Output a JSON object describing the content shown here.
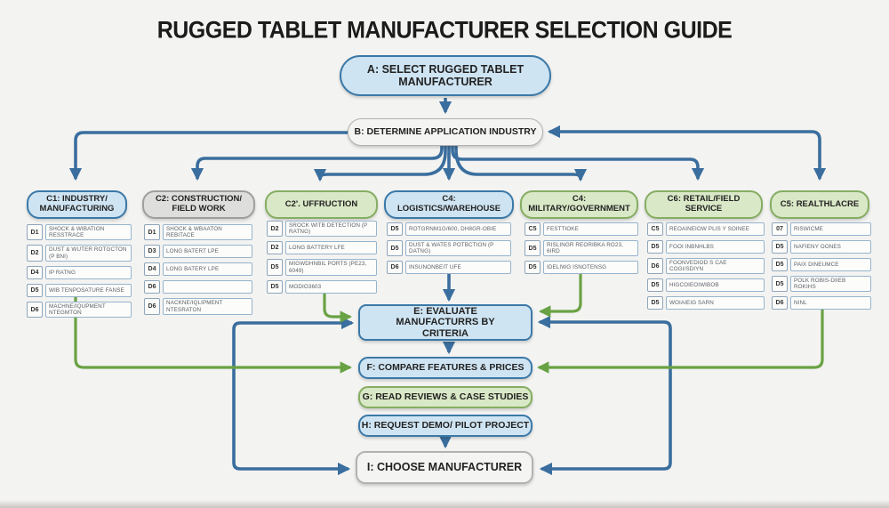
{
  "title": "RUGGED TABLET MANUFACTURER SELECTION GUIDE",
  "colors": {
    "connector_blue": "#3a6e9e",
    "connector_green": "#69a244",
    "box_blue_fill": "#cfe4f2",
    "box_blue_border": "#3b79a8",
    "box_green_fill": "#d9e8c6",
    "box_green_border": "#85ad63",
    "box_gray_fill": "#dededc",
    "box_white_fill": "#f4f4f2",
    "background": "#f3f3f1"
  },
  "nodes": {
    "a": {
      "label": "A: SELECT RUGGED TABLET MANUFACTURER"
    },
    "b": {
      "label": "B: DETERMINE APPLICATION INDUSTRY"
    },
    "e": {
      "label": "E: EVALUATE MANUFACTURRS BY CRITERIA"
    },
    "f": {
      "label": "F: COMPARE FEATURES & PRICES"
    },
    "g": {
      "label": "G: READ REVIEWS & CASE STUDIES"
    },
    "h": {
      "label": "H: REQUEST DEMO/ PILOT PROJECT"
    },
    "i": {
      "label": "I: CHOOSE MANUFACTURER"
    }
  },
  "columns": [
    {
      "label": "C1: INDUSTRY/ MANUFACTURING",
      "style": "blue",
      "items": [
        {
          "code": "D1",
          "text": "SHOCK & WIBATION RESSTRACE"
        },
        {
          "code": "D2",
          "text": "DUST & WUTER ROTGCTON (P BNI)"
        },
        {
          "code": "D4",
          "text": "IP RATNG"
        },
        {
          "code": "D5",
          "text": "WIB TENPOSATURE FANSE"
        },
        {
          "code": "D6",
          "text": "MACHNE/IQUPMENT NTEGMTON"
        }
      ]
    },
    {
      "label": "C2: CONSTRUCTION/ FIELD WORK",
      "style": "gray",
      "items": [
        {
          "code": "D1",
          "text": "SHOCK & WBAATON REBITACE"
        },
        {
          "code": "D3",
          "text": "LONG BATERT LPE"
        },
        {
          "code": "D4",
          "text": "LONG BATERY LPE"
        },
        {
          "code": "D6",
          "text": ""
        },
        {
          "code": "D6",
          "text": "NACKNE/IQLIPMENT NTESRATON"
        }
      ]
    },
    {
      "label": "C2'. UFFRUCTION",
      "style": "green",
      "items": [
        {
          "code": "D2",
          "text": "SROCK WITB DETECTION (P RATNG)"
        },
        {
          "code": "D2",
          "text": "LONG BATTERY LFE"
        },
        {
          "code": "D5",
          "text": "MIGWDHNBIL PORTS (PE23, 6049)"
        },
        {
          "code": "D5",
          "text": "MODIO3603"
        }
      ]
    },
    {
      "label": "C4: LOGISTICS/WAREHOUSE",
      "style": "blue",
      "items": [
        {
          "code": "D5",
          "text": "ROTGRNM1G/600, DH8GR-OBIE"
        },
        {
          "code": "D5",
          "text": "DUST & WATES POTBCTION (P DATNG)"
        },
        {
          "code": "D6",
          "text": "INSUNONBEIT UFE"
        }
      ]
    },
    {
      "label": "C4: MILITARY/GOVERNMENT",
      "style": "green",
      "items": [
        {
          "code": "C5",
          "text": "FESTTIOKE"
        },
        {
          "code": "D5",
          "text": "RISLINGR REORIBKA RO23, 6IRD"
        },
        {
          "code": "D5",
          "text": "IDELIWG ISNOTENSG"
        }
      ]
    },
    {
      "label": "C6: RETAIL/FIELD SERVICE",
      "style": "green",
      "items": [
        {
          "code": "C5",
          "text": "REOAINEIOW PLIS Y SOINEE"
        },
        {
          "code": "D5",
          "text": "FOOI INBNHLBS"
        },
        {
          "code": "D6",
          "text": "FOONVEDIOD S CAE COGI/SDIYN"
        },
        {
          "code": "D5",
          "text": "HIGCOIEOIWIBOB"
        },
        {
          "code": "D5",
          "text": "WOIAIEIG SARN"
        }
      ]
    },
    {
      "label": "C5: REALTHLACRE",
      "style": "green",
      "items": [
        {
          "code": "07",
          "text": "RISWICME"
        },
        {
          "code": "D5",
          "text": "NAFIENY OONES"
        },
        {
          "code": "D5",
          "text": "PAIX DINEUMCE"
        },
        {
          "code": "D5",
          "text": "POLK ROBIS-DIIEB ROKIHS"
        },
        {
          "code": "D6",
          "text": "NINL"
        }
      ]
    }
  ]
}
